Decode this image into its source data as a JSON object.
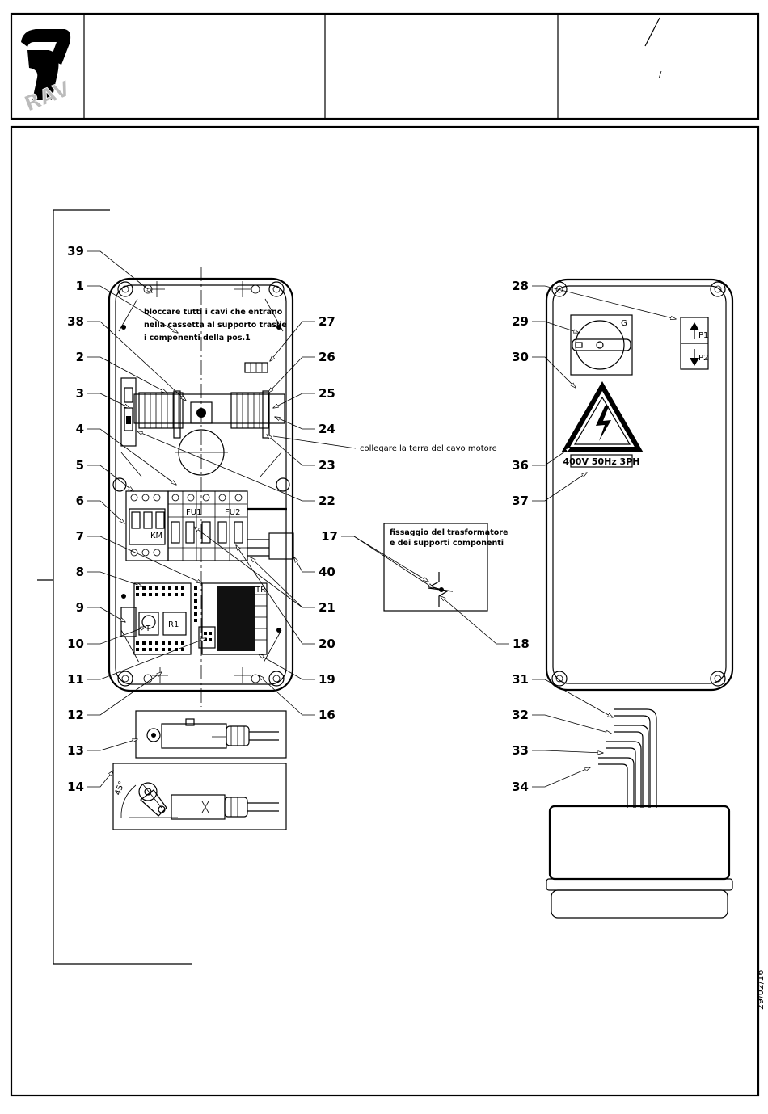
{
  "title_block": {
    "logo_text": "RAV",
    "cell_2": "",
    "cell_3": "",
    "cell_4": "/"
  },
  "notes": {
    "cable_lock": [
      "bloccare tutti i cavi che entrano",
      "nella cassetta al supporto traslie",
      "i componenti della pos.1"
    ],
    "ground": "collegare la terra del cavo motore",
    "transformer_fix": [
      "fissaggio del trasformatore",
      "e dei supporti componenti"
    ]
  },
  "component_labels": {
    "fu1": "FU1",
    "fu2": "FU2",
    "tr": "TR",
    "r1": "R1",
    "km": "KM",
    "t": "T",
    "switch_mark": "G",
    "btn_up": "P1",
    "btn_down": "P2",
    "angle": "45°"
  },
  "voltage_label": "400V 50Hz 3PH",
  "date": "29/02/16",
  "callouts": {
    "c1": "1",
    "c2": "2",
    "c3": "3",
    "c4": "4",
    "c5": "5",
    "c6": "6",
    "c7": "7",
    "c8": "8",
    "c9": "9",
    "c10": "10",
    "c11": "11",
    "c12": "12",
    "c13": "13",
    "c14": "14",
    "c16": "16",
    "c17": "17",
    "c18": "18",
    "c19": "19",
    "c20": "20",
    "c21": "21",
    "c22": "22",
    "c23": "23",
    "c24": "24",
    "c25": "25",
    "c26": "26",
    "c27": "27",
    "c28": "28",
    "c29": "29",
    "c30": "30",
    "c31": "31",
    "c32": "32",
    "c33": "33",
    "c34": "34",
    "c36": "36",
    "c37": "37",
    "c38": "38",
    "c39": "39",
    "c40": "40"
  }
}
